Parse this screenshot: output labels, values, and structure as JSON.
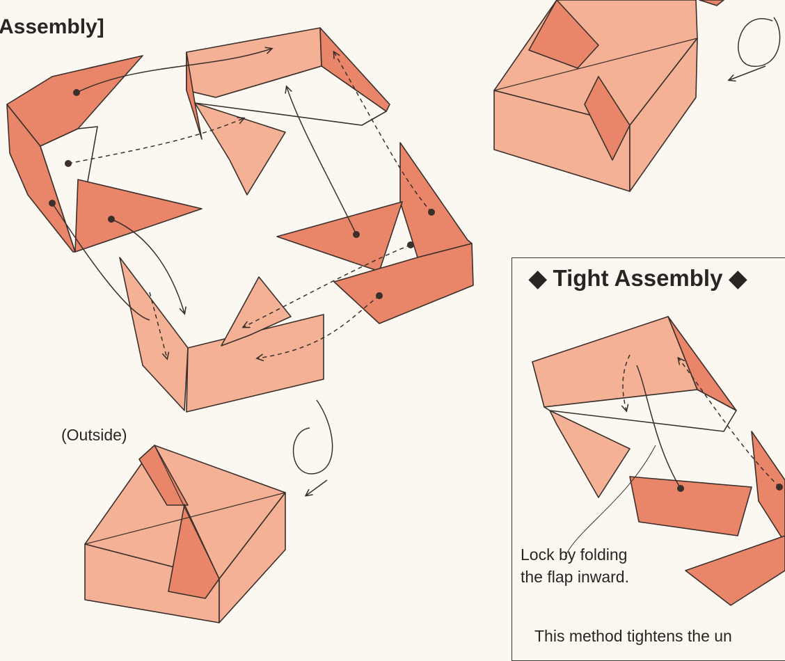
{
  "section_title": "Assembly]",
  "outside_label": "(Outside)",
  "tight_assembly": {
    "title": "◆ Tight Assembly ◆",
    "lock_note_line1": "Lock by folding",
    "lock_note_line2": "the flap inward.",
    "bottom_note": "This method tightens the un"
  },
  "colors": {
    "paper_light": "#f4b195",
    "paper_dark": "#e98568",
    "outline": "#3a2f2b",
    "background": "#fbf8f2"
  }
}
